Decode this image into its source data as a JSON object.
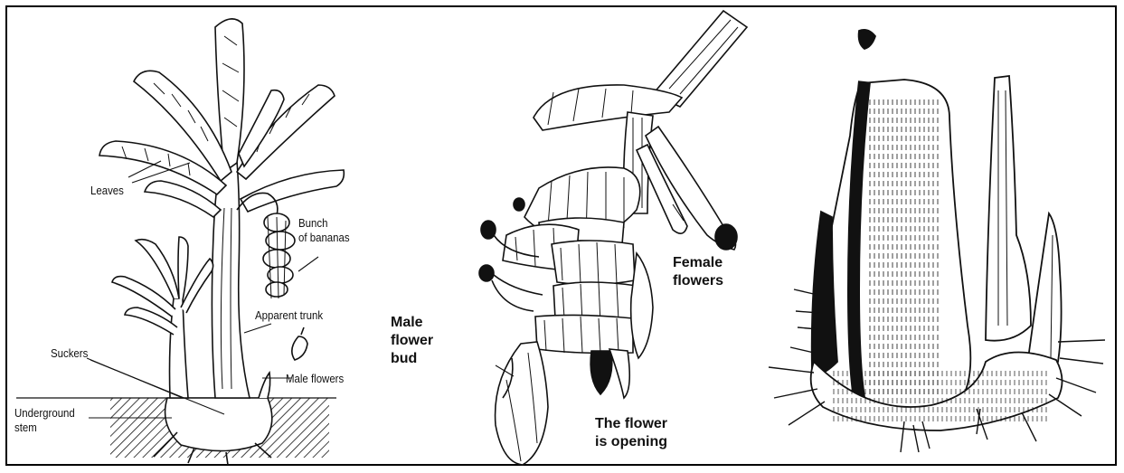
{
  "panel_plant": {
    "labels": {
      "leaves": "Leaves",
      "bunch_line1": "Bunch",
      "bunch_line2": "of bananas",
      "apparent_trunk": "Apparent trunk",
      "suckers": "Suckers",
      "male_flowers": "Male flowers",
      "underground_line1": "Underground",
      "underground_line2": "stem"
    }
  },
  "panel_inflorescence": {
    "labels": {
      "male_bud_line1": "Male",
      "male_bud_line2": "flower",
      "male_bud_line3": "bud",
      "female_line1": "Female",
      "female_line2": "flowers",
      "opening_line1": "The flower",
      "opening_line2": "is opening"
    }
  },
  "panel_corm": {},
  "colors": {
    "ink": "#111111",
    "background": "#ffffff",
    "border": "#000000"
  }
}
